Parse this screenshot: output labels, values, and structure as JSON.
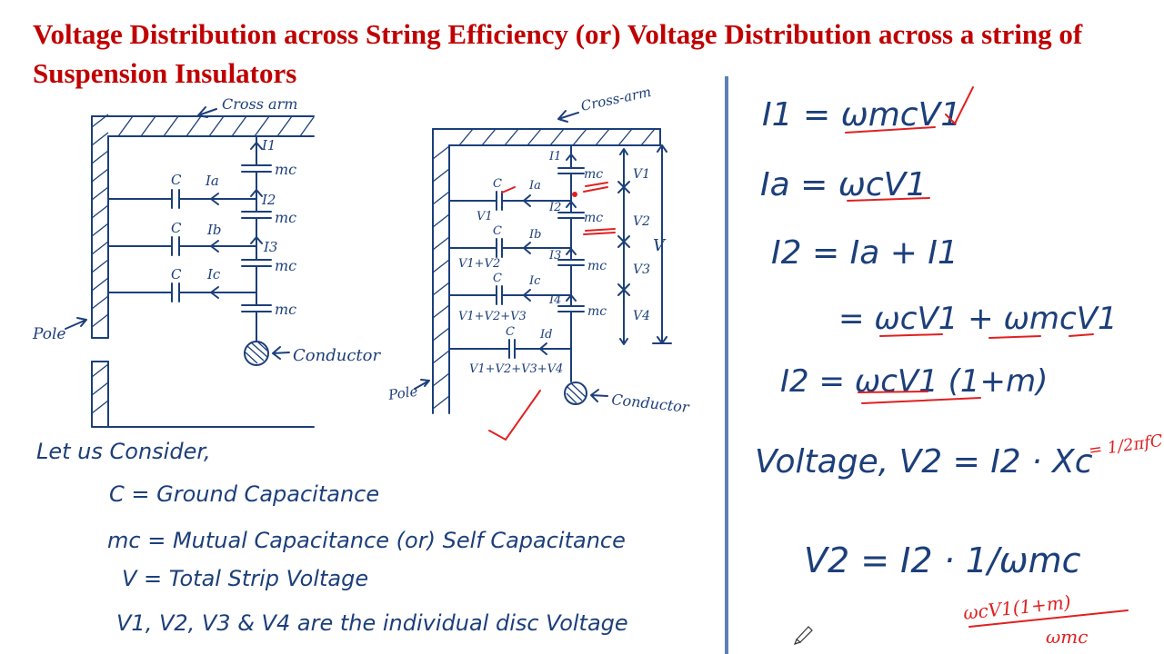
{
  "title": "Voltage Distribution across String Efficiency (or) Voltage Distribution across a string of Suspension Insulators",
  "diagram1": {
    "cross_arm": "Cross arm",
    "pole": "Pole",
    "conductor": "Conductor",
    "currents": [
      "I1",
      "I2",
      "I3"
    ],
    "shunt_currents": [
      "Ia",
      "Ib",
      "Ic"
    ],
    "ground_cap": "C",
    "mutual_cap": "mc"
  },
  "diagram2": {
    "cross_arm": "Cross-arm",
    "pole": "Pole",
    "conductor": "Conductor",
    "currents": [
      "I1",
      "I2",
      "I3",
      "I4"
    ],
    "shunt_currents": [
      "Ia",
      "Ib",
      "Ic",
      "Id"
    ],
    "node_voltages": [
      "V1",
      "V1+V2",
      "V1+V2+V3",
      "V1+V2+V3+V4"
    ],
    "disc_voltages": [
      "V1",
      "V2",
      "V3",
      "V4"
    ],
    "total": "V",
    "ground_cap": "C",
    "mutual_cap": "mc"
  },
  "notes": {
    "intro": "Let us Consider,",
    "lines": [
      "C = Ground Capacitance",
      "mc = Mutual Capacitance (or) Self Capacitance",
      "V = Total Strip Voltage",
      "V1, V2, V3 & V4 are the individual disc Voltage"
    ]
  },
  "equations": [
    "I1 = ωmcV1",
    "Ia = ωcV1",
    "I2 = Ia + I1",
    "= ωcV1 + ωmcV1",
    "I2 = ωcV1 (1+m)",
    "Voltage, V2 = I2 · Xc",
    "V2 = I2 · 1/ωmc"
  ],
  "red_annotations": {
    "xc_note": "= 1/2πfC",
    "bottom_note": "ωcV1(1+m)",
    "bottom_denominator": "ωmc"
  }
}
